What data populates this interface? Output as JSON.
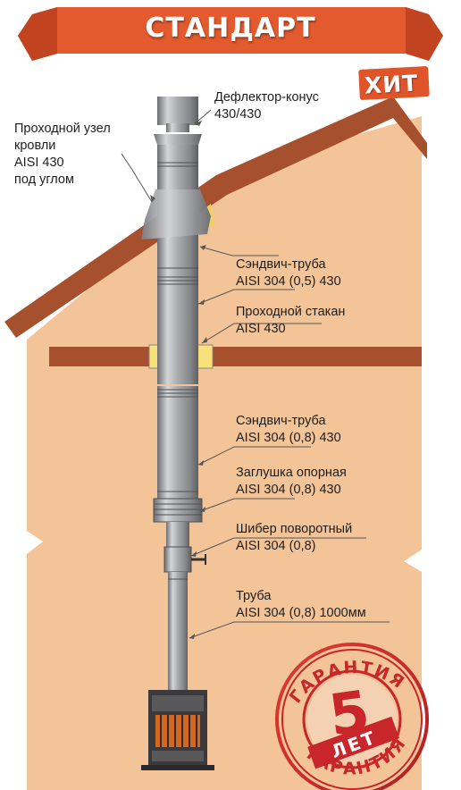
{
  "banner": {
    "title": "СТАНДАРТ",
    "badge": "ХИТ"
  },
  "colors": {
    "wall": "#f2c497",
    "roof": "#a6502d",
    "banner": "#e0542a",
    "stamp": "#c8262a",
    "steel": "#a0a2a6"
  },
  "labels": {
    "deflector": {
      "line1": "Дефлектор-конус",
      "line2": "430/430"
    },
    "roof_unit": {
      "line1": "Проходной узел",
      "line2": "кровли",
      "line3": "AISI 430",
      "line4": "под углом"
    },
    "sandwich1": {
      "line1": "Сэндвич-труба",
      "line2": "AISI 304 (0,5) 430"
    },
    "passage": {
      "line1": "Проходной стакан",
      "line2": "AISI 430"
    },
    "sandwich2": {
      "line1": "Сэндвич-труба",
      "line2": "AISI 304 (0,8) 430"
    },
    "support": {
      "line1": "Заглушка опорная",
      "line2": "AISI 304 (0,8) 430"
    },
    "damper": {
      "line1": "Шибер поворотный",
      "line2": "AISI 304 (0,8)"
    },
    "pipe": {
      "line1": "Труба",
      "line2": "AISI 304 (0,8) 1000мм"
    }
  },
  "stamp": {
    "top_text": "ГАРАНТИЯ",
    "bottom_text": "ГАРАНТИЯ",
    "number": "5",
    "unit": "ЛЕТ"
  }
}
